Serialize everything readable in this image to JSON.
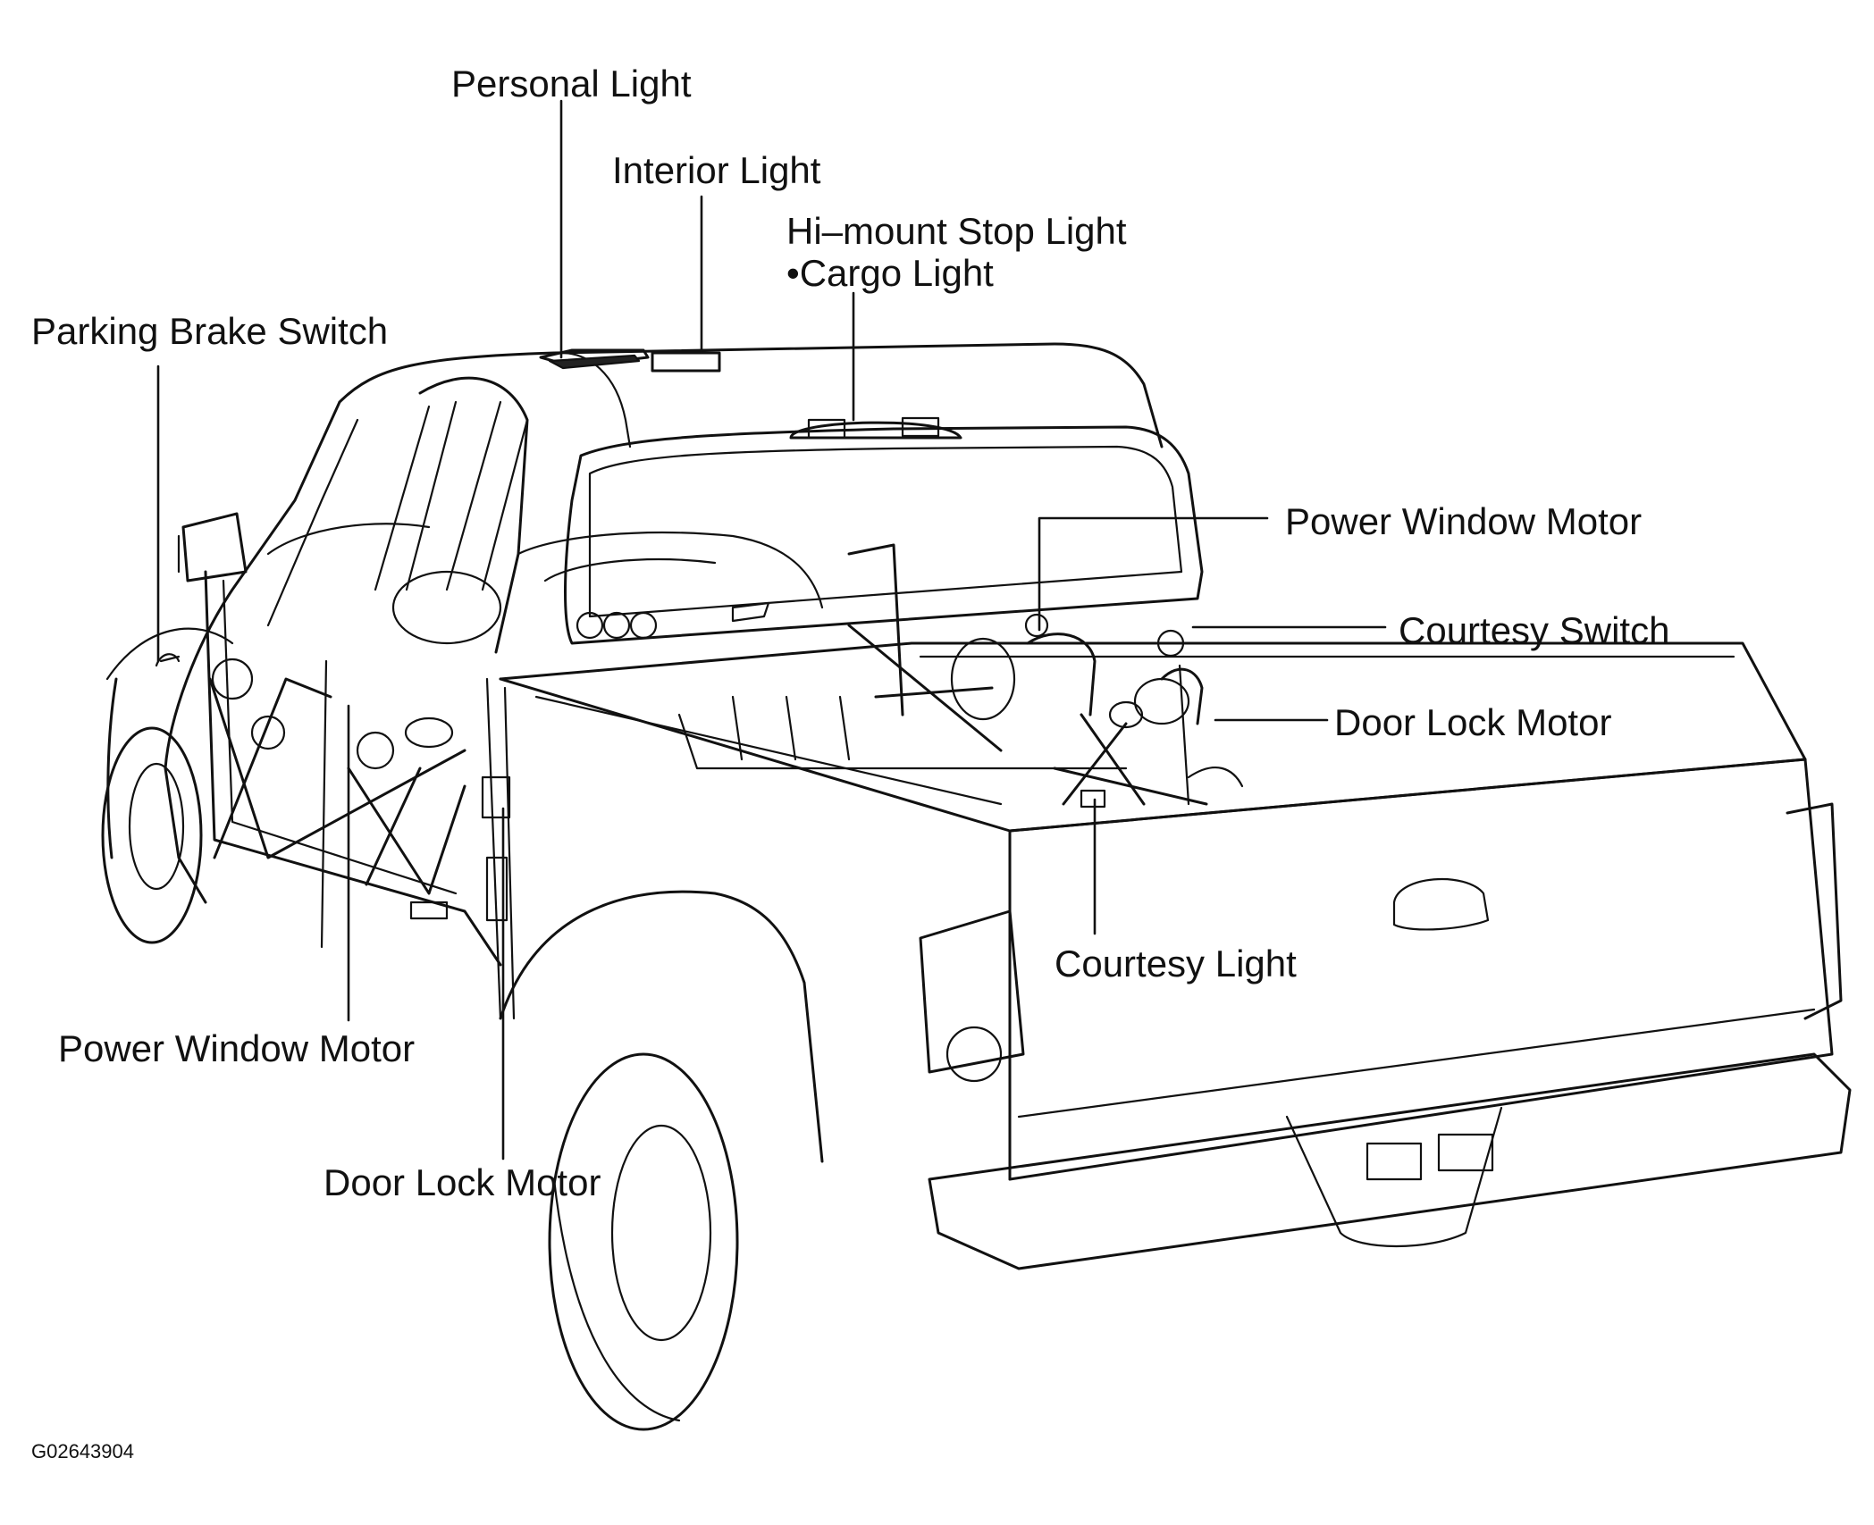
{
  "labels": {
    "personal_light": "Personal Light",
    "interior_light": "Interior Light",
    "hi_mount_stop_light": "Hi–mount Stop Light",
    "cargo_light": "•Cargo Light",
    "parking_brake_switch": "Parking Brake Switch",
    "power_window_motor_right": "Power Window Motor",
    "courtesy_switch": "Courtesy Switch",
    "door_lock_motor_right": "Door Lock Motor",
    "courtesy_light": "Courtesy Light",
    "power_window_motor_left": "Power Window Motor",
    "door_lock_motor_left": "Door Lock Motor"
  },
  "figure_code": "G02643904"
}
